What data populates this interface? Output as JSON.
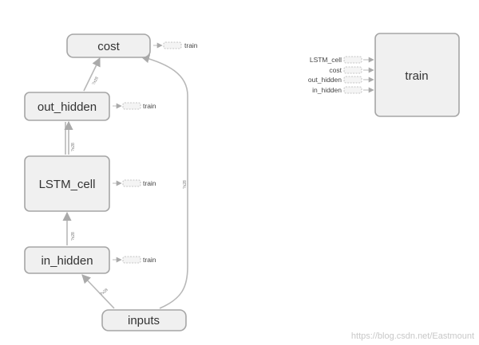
{
  "nodes": {
    "cost": "cost",
    "out_hidden": "out_hidden",
    "lstm_cell": "LSTM_cell",
    "in_hidden": "in_hidden",
    "inputs": "inputs",
    "train": "train"
  },
  "side_stub_label": "train",
  "train_inputs": [
    "LSTM_cell",
    "cost",
    "out_hidden",
    "in_hidden"
  ],
  "edge_labels": {
    "out_to_cost": "?x28",
    "lstm_to_out": "?x28",
    "in_to_lstm": "?x28",
    "inputs_to_in": "?x28",
    "inputs_to_cost": "?x28"
  },
  "watermark": "https://blog.csdn.net/Eastmount"
}
